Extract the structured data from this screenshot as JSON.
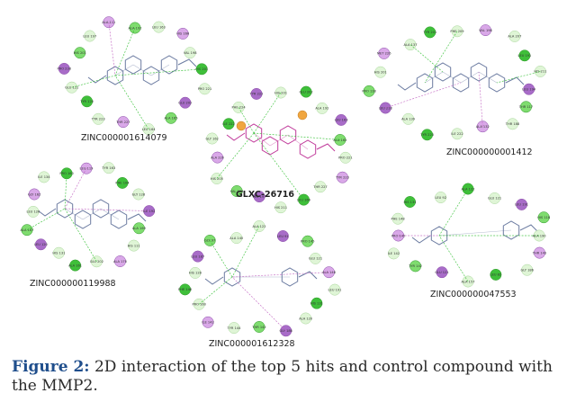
{
  "figure": {
    "compounds": [
      {
        "id": "tl",
        "name": "ZINC000001614079",
        "residues": [
          "ALA 192",
          "LEU 163",
          "HIS 166",
          "VAL 198",
          "HIS 201",
          "PRO 221",
          "GLU 202",
          "ALA 165",
          "LEU 164",
          "THR 227",
          "TYR 223",
          "TYR 120",
          "GLU 121",
          "PRO 238",
          "HIS 201",
          "LEU 197",
          "ALA 111"
        ]
      },
      {
        "id": "tr",
        "name": "ZINC000000001412",
        "residues": [
          "PHE 209",
          "VAL 198",
          "ALA 207",
          "LEU 191",
          "HIS 211",
          "LEU 194",
          "THR 117",
          "THR 188",
          "ALA 132",
          "ILE 222",
          "TYR 223",
          "ALA 139",
          "LEU 218",
          "PRO 138",
          "HIS 201",
          "MET 226",
          "ALA 137",
          "TYR 201"
        ]
      },
      {
        "id": "ml",
        "name": "ZINC000000119988",
        "residues": [
          "LEU 119",
          "TYR 163",
          "PHE 104",
          "GLY 128",
          "ILE 192",
          "ALA 169",
          "HIS 111",
          "ALA 170",
          "GLU 202",
          "ALA 161",
          "HIS 131",
          "LEU 120",
          "ALA 167",
          "LEU 126",
          "GLY 162",
          "ILE 134",
          "PRO 160"
        ]
      },
      {
        "id": "center",
        "name": "GLXC-26716",
        "residues": [
          "HIS 201",
          "GLU 202",
          "ALA 192",
          "LEU 163",
          "ALA 165",
          "PRO 221",
          "TYR 223",
          "THR 227",
          "LEU 164",
          "HIS 211",
          "LEU 197",
          "VAL 198",
          "HIS 205",
          "ALA 220",
          "GLY 162",
          "ILE 222",
          "PHE 224",
          "TYR 222"
        ]
      },
      {
        "id": "mr",
        "name": "ZINC000000047553",
        "residues": [
          "ALA 122",
          "GLU 121",
          "LEU 191",
          "HIS 118",
          "ALA 190",
          "THR 143",
          "GLY 186",
          "LEU 82",
          "ALA 157",
          "GLU 121",
          "TYR 142",
          "ILE 142",
          "PRO 145",
          "PHE 148",
          "HIS 131",
          "LEU 92"
        ]
      },
      {
        "id": "bottom",
        "name": "ZINC000001612328",
        "residues": [
          "ALA 122",
          "LEU 91",
          "PRO 145",
          "GLU 121",
          "ALA 148",
          "LEU 191",
          "HIS 131",
          "ALA 120",
          "GLY 186",
          "THR 142",
          "TYR 144",
          "ILE 142",
          "PRO 160",
          "PHE 148",
          "HIS 128",
          "LEU 187",
          "GLY 97",
          "ALA 140"
        ]
      }
    ]
  },
  "caption": {
    "label": "Figure 2:",
    "text": " 2D interaction of the top 5 hits and control compound with the MMP2."
  },
  "colors": {
    "hbond_residue": "#7fdc6f",
    "hbond_residue_strong": "#3fbf3a",
    "vdw_residue": "#dff5d6",
    "pi_residue": "#d9a8e8",
    "pi_residue_strong": "#a86cc8",
    "metal_residue": "#f0a640",
    "ligand_bond": "#6a7aa0",
    "control_ligand": "#c0399a",
    "caption_label": "#1f4e8c",
    "caption_text": "#2a2a2a"
  }
}
